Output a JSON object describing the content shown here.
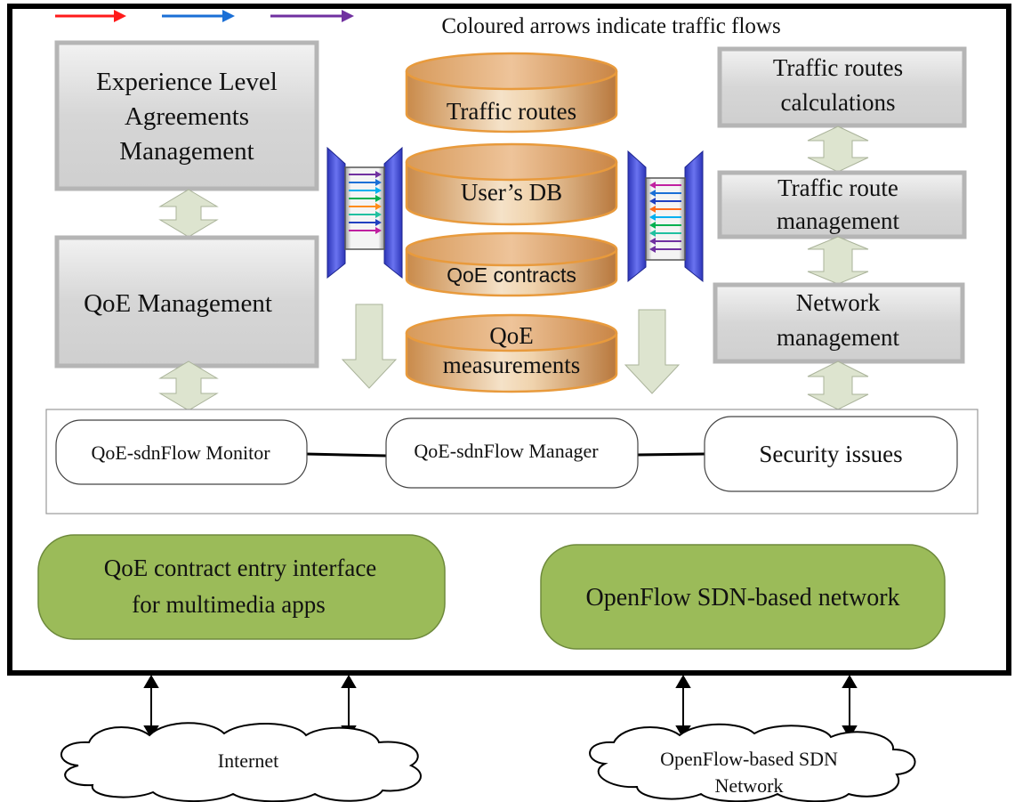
{
  "legend": {
    "caption": "Coloured arrows indicate traffic flows",
    "arrow_colors": [
      "#ff1a1a",
      "#1a6fd6",
      "#7030a0"
    ]
  },
  "left": {
    "ela_lines": [
      "Experience Level",
      "Agreements",
      "Management"
    ],
    "qoe_management": "QoE Management"
  },
  "databases": {
    "traffic_routes": "Traffic routes",
    "users_db": "User’s DB",
    "qoe_contracts": "QoE contracts",
    "qoe_measurements_lines": [
      "QoE",
      "measurements"
    ]
  },
  "right": {
    "calc_lines": [
      "Traffic routes",
      "calculations"
    ],
    "route_mgmt_lines": [
      "Traffic route",
      "management"
    ],
    "network_mgmt_lines": [
      "Network",
      "management"
    ]
  },
  "modules": {
    "monitor": "QoE-sdnFlow Monitor",
    "manager": "QoE-sdnFlow Manager",
    "security": "Security issues"
  },
  "interfaces": {
    "contract_entry_lines": [
      "QoE contract entry interface",
      "for multimedia apps"
    ],
    "openflow_network": "OpenFlow SDN-based network"
  },
  "clouds": {
    "internet": "Internet",
    "sdn_lines": [
      "OpenFlow-based SDN",
      "Network"
    ]
  },
  "colors": {
    "grey_box": "#d9d9d9",
    "green_box": "#9bbb59",
    "db_orange": "#e89a3c",
    "block_arrow": "#dde4cf",
    "bus_blue": "#3a45d6"
  }
}
